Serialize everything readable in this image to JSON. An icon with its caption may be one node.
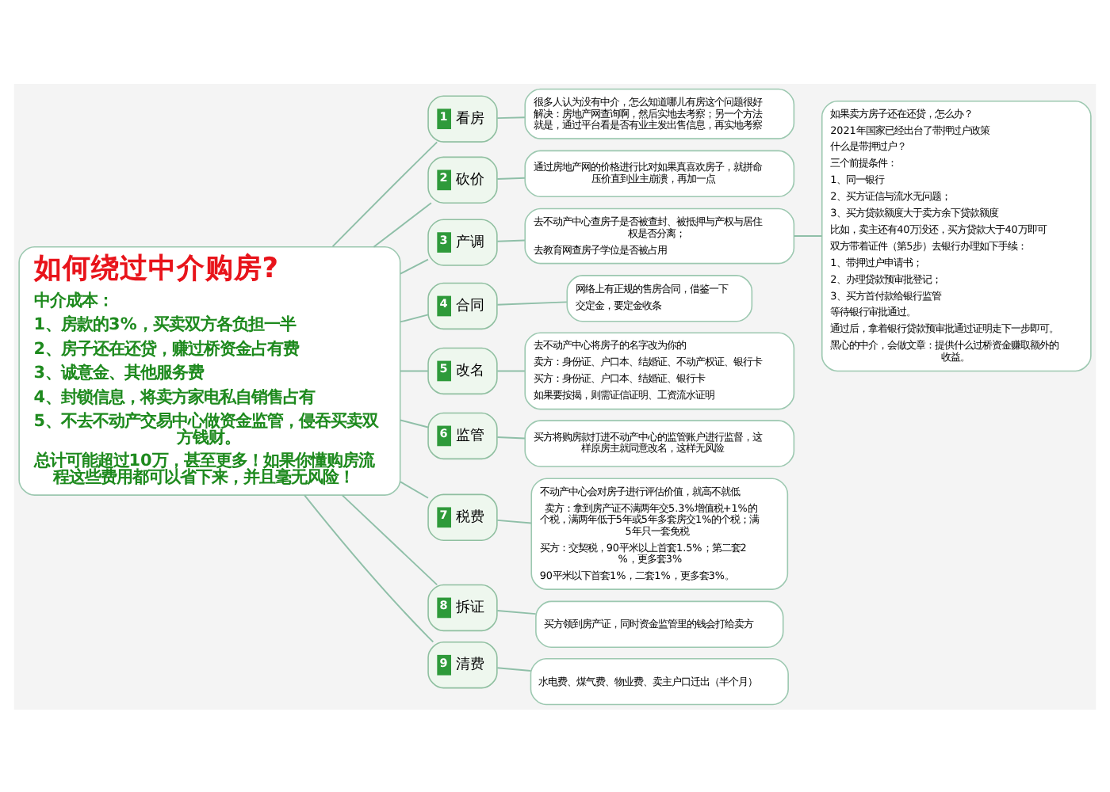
{
  "diagram": {
    "nodes": [
      {
        "text": [
          "如何绕过中介购房?",
          "中介成本：",
          "1、房款的3%，买卖双方各负担一半",
          "2、房子还在还贷，赚过桥资金占有费",
          "3、诚意金、其他服务费",
          "4、封锁信息，将卖方家电私自销售占有",
          "5、不去不动产交易中心做资金监管，侵吞买卖双方钱财。",
          "总计可能超过10万，甚至更多！如果你懂购房流程这些费用都可以省下来，并且毫无风险！"
        ]
      },
      {
        "text": [
          "1",
          "看房"
        ]
      },
      {
        "text": [
          "很多人认为没有中介，怎么知道哪儿有房这个问题很好解决：房地产网查询啊，然后实地去考察；另一个方法就是，通过平台看是否有业主发出售信息，再实地考察"
        ]
      },
      {
        "text": [
          "2",
          "砍价"
        ]
      },
      {
        "text": [
          "通过房地产网的价格进行比对如果真喜欢房子，就拼命压价直到业主崩溃，再加一点"
        ]
      },
      {
        "text": [
          "3",
          "产调"
        ]
      },
      {
        "text": [
          "去不动产中心查房子是否被查封、被抵押与产权与居住权是否分离；",
          "去教育网查房子学位是否被占用"
        ]
      },
      {
        "text": [
          "如果卖方房子还在还贷，怎么办？",
          "2021年国家已经出台了带押过户政策",
          "什么是带押过户？",
          "三个前提条件：",
          "1、同一银行",
          "2、买方证信与流水无问题；",
          "3、买方贷款额度大于卖方余下贷款额度",
          "比如，卖主还有40万没还，买方贷款大于40万即可",
          "双方带着证件（第5步）去银行办理如下手续：",
          "1、带押过户申请书；",
          "2、办理贷款预审批登记；",
          "3、买方首付款给银行监管",
          "等待银行审批通过。",
          "通过后，拿着银行贷款预审批通过证明走下一步即可。",
          "黑心的中介，会做文章：提供什么过桥资金赚取额外的收益。"
        ]
      },
      {
        "text": [
          "4",
          "合同"
        ]
      },
      {
        "text": [
          "网络上有正规的售房合同，借鉴一下",
          "交定金，要定金收条"
        ]
      },
      {
        "text": [
          "5",
          "改名"
        ]
      },
      {
        "text": [
          "去不动产中心将房子的名字改为你的",
          "卖方：身份证、户口本、结婚证、不动产权证、银行卡",
          "买方：身份证、户口本、结婚证、银行卡",
          "如果要按揭，则需证信证明、工资流水证明"
        ]
      },
      {
        "text": [
          "6",
          "监管"
        ]
      },
      {
        "text": [
          "买方将购房款打进不动产中心的监管账户进行监督，这样原房主就同意改名，这样无风险"
        ]
      },
      {
        "text": [
          "7",
          "税费"
        ]
      },
      {
        "text": [
          "不动产中心会对房子进行评估价值，就高不就低",
          "卖方：拿到房产证不满两年交5.3%增值税+1%的个税，满两年低于5年或5年多套房交1%的个税；满5年只一套免税",
          "买方：交契税，90平米以上首套1.5%；第二套2%，更多套3%",
          "90平米以下首套1%，二套1%，更多套3%。"
        ]
      },
      {
        "text": [
          "8",
          "拆证"
        ]
      },
      {
        "text": [
          "买方领到房产证，同时资金监管里的钱会打给卖方"
        ]
      },
      {
        "text": [
          "9",
          "清费"
        ]
      },
      {
        "text": [
          "水电费、煤气费、物业费、卖主户口迁出（半个月）"
        ]
      }
    ],
    "edges": [
      {
        "from": 0,
        "to": 1,
        "arrow": "none"
      },
      {
        "from": 1,
        "to": 2,
        "arrow": "none"
      },
      {
        "from": 0,
        "to": 3,
        "arrow": "none"
      },
      {
        "from": 3,
        "to": 4,
        "arrow": "none"
      },
      {
        "from": 0,
        "to": 5,
        "arrow": "none"
      },
      {
        "from": 5,
        "to": 6,
        "arrow": "none"
      },
      {
        "from": 6,
        "to": 7,
        "arrow": "none"
      },
      {
        "from": 0,
        "to": 8,
        "arrow": "none"
      },
      {
        "from": 8,
        "to": 9,
        "arrow": "none"
      },
      {
        "from": 0,
        "to": 10,
        "arrow": "none"
      },
      {
        "from": 10,
        "to": 11,
        "arrow": "none"
      },
      {
        "from": 0,
        "to": 12,
        "arrow": "none"
      },
      {
        "from": 12,
        "to": 13,
        "arrow": "none"
      },
      {
        "from": 0,
        "to": 14,
        "arrow": "none"
      },
      {
        "from": 14,
        "to": 15,
        "arrow": "none"
      },
      {
        "from": 0,
        "to": 16,
        "arrow": "none"
      },
      {
        "from": 16,
        "to": 17,
        "arrow": "none"
      },
      {
        "from": 0,
        "to": 18,
        "arrow": "none"
      },
      {
        "from": 18,
        "to": 19,
        "arrow": "none"
      }
    ]
  }
}
